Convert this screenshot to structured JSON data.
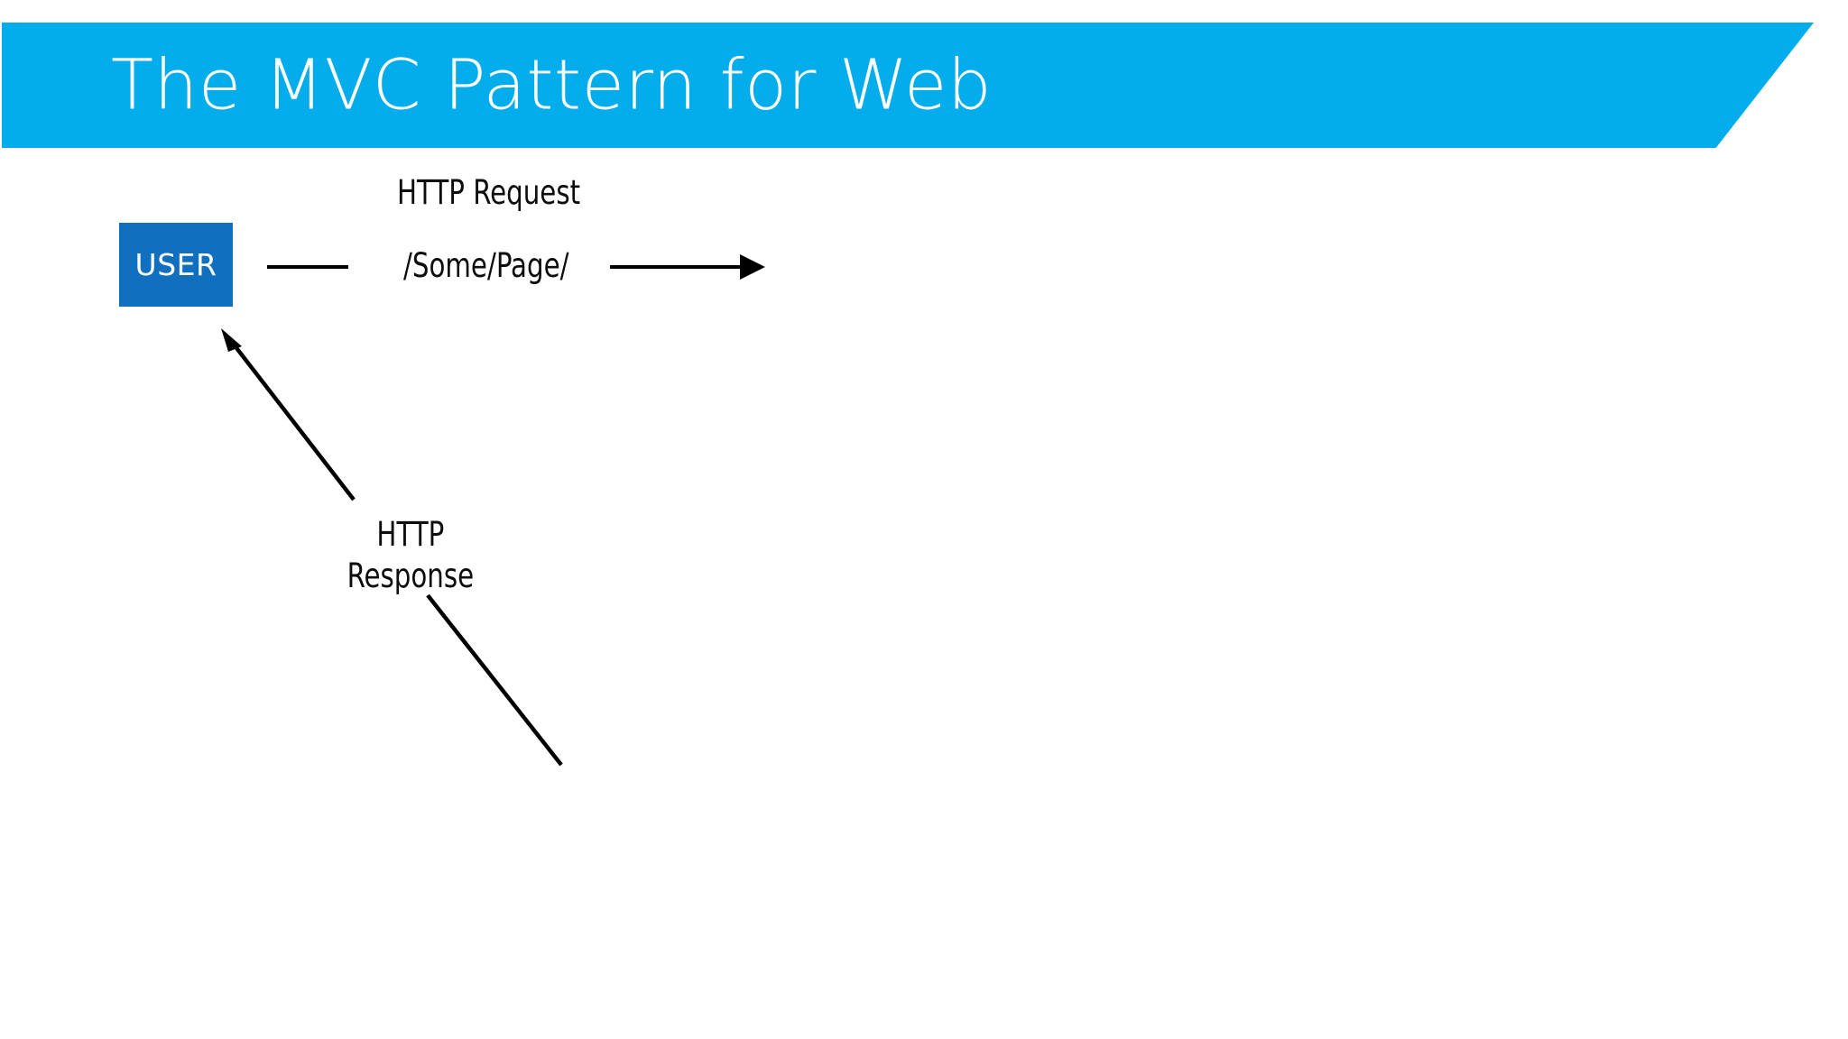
{
  "slide": {
    "title": "The MVC Pattern for Web",
    "background_color": "#FFFFFF"
  },
  "theme": {
    "banner_color": "#03ADEB",
    "banner_text_color": "#FFFFFF",
    "node_color": "#1070BF",
    "node_text_color": "#FFFFFF",
    "connector_color": "#000000",
    "body_text_color": "#0D0D0D"
  },
  "diagram": {
    "type": "flow",
    "nodes": [
      {
        "id": "user",
        "label": "USER",
        "shape": "rectangle",
        "fill": "#1070BF",
        "text_color": "#FFFFFF"
      }
    ],
    "labels": [
      {
        "id": "http-request",
        "text": "HTTP Request"
      },
      {
        "id": "request-path",
        "text": "/Some/Page/"
      },
      {
        "id": "http-response-line1",
        "text": "HTTP"
      },
      {
        "id": "http-response-line2",
        "text": "Response"
      }
    ],
    "connectors": [
      {
        "id": "user-stub",
        "kind": "line",
        "direction": "horizontal",
        "arrowhead": false
      },
      {
        "id": "request-arrow",
        "kind": "arrow",
        "direction": "right",
        "arrowhead": true
      },
      {
        "id": "response-arrow",
        "kind": "arrow",
        "direction": "up-left",
        "arrowhead": true
      },
      {
        "id": "response-tail",
        "kind": "line",
        "direction": "down-right",
        "arrowhead": false
      }
    ]
  }
}
